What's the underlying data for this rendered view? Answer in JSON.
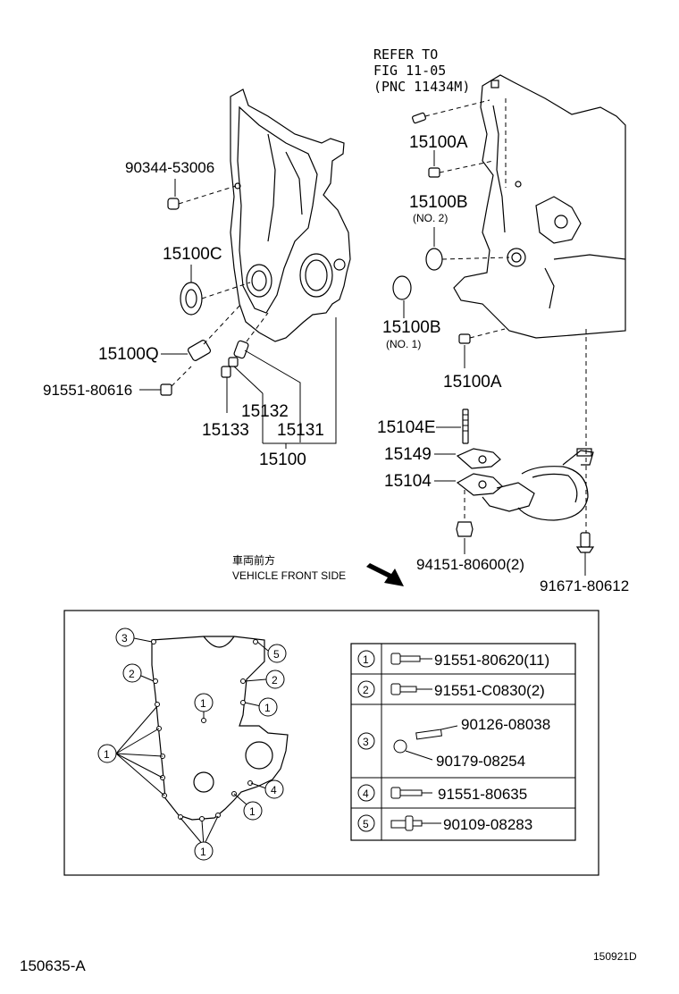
{
  "labels": {
    "refer": [
      "REFER TO",
      "FIG 11-05",
      "(PNC 11434M)"
    ],
    "p_90344": "90344-53006",
    "p_15100C": "15100C",
    "p_15100Q": "15100Q",
    "p_91551_80616": "91551-80616",
    "p_15132": "15132",
    "p_15133": "15133",
    "p_15131": "15131",
    "p_15100": "15100",
    "p_15100A_top": "15100A",
    "p_15100B_top": "15100B",
    "p_no2": "(NO. 2)",
    "p_15100B_bot": "15100B",
    "p_no1": "(NO. 1)",
    "p_15100A_bot": "15100A",
    "p_15104E": "15104E",
    "p_15149": "15149",
    "p_15104": "15104",
    "p_94151": "94151-80600(2)",
    "p_91671": "91671-80612",
    "front_jp": "車両前方",
    "front_en": "VEHICLE FRONT SIDE"
  },
  "legend": {
    "rows": [
      {
        "num": "1",
        "parts": [
          "91551-80620(11)"
        ]
      },
      {
        "num": "2",
        "parts": [
          "91551-C0830(2)"
        ]
      },
      {
        "num": "3",
        "parts": [
          "90126-08038",
          "90179-08254"
        ]
      },
      {
        "num": "4",
        "parts": [
          "91551-80635"
        ]
      },
      {
        "num": "5",
        "parts": [
          "90109-08283"
        ]
      }
    ]
  },
  "inset_callouts": {
    "c3": "3",
    "c5": "5",
    "c2a": "2",
    "c2b": "2",
    "c1a": "1",
    "c1b": "1",
    "c1c": "1",
    "c1d": "1",
    "c4": "4",
    "c1e": "1"
  },
  "footer": {
    "left_code": "150635-A",
    "right_code": "150921D"
  }
}
